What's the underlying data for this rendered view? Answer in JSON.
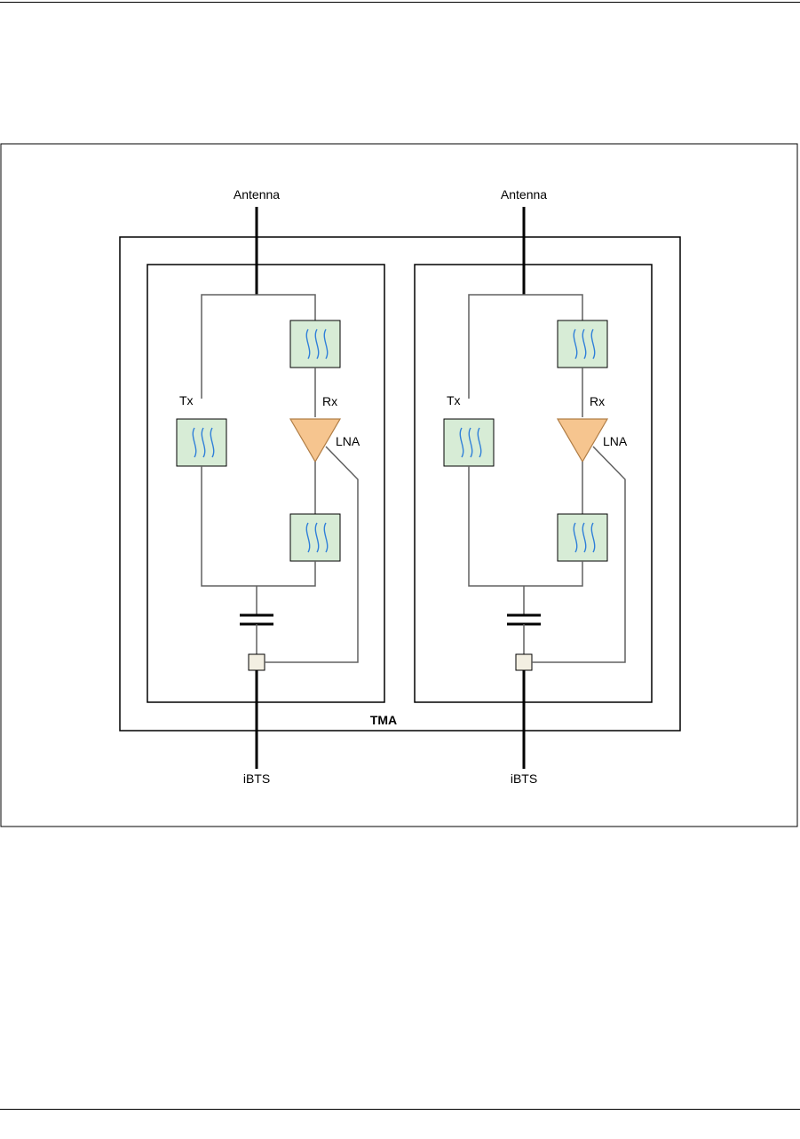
{
  "labels": {
    "antenna": "Antenna",
    "tx": "Tx",
    "rx": "Rx",
    "lna": "LNA",
    "tma": "TMA",
    "ibts": "iBTS"
  },
  "colors": {
    "filter_fill": "#d7ecd6",
    "filter_wave": "#2f7fd9",
    "amplifier_fill": "#f6c58f",
    "amplifier_stroke": "#b07d45",
    "line": "#606060"
  }
}
